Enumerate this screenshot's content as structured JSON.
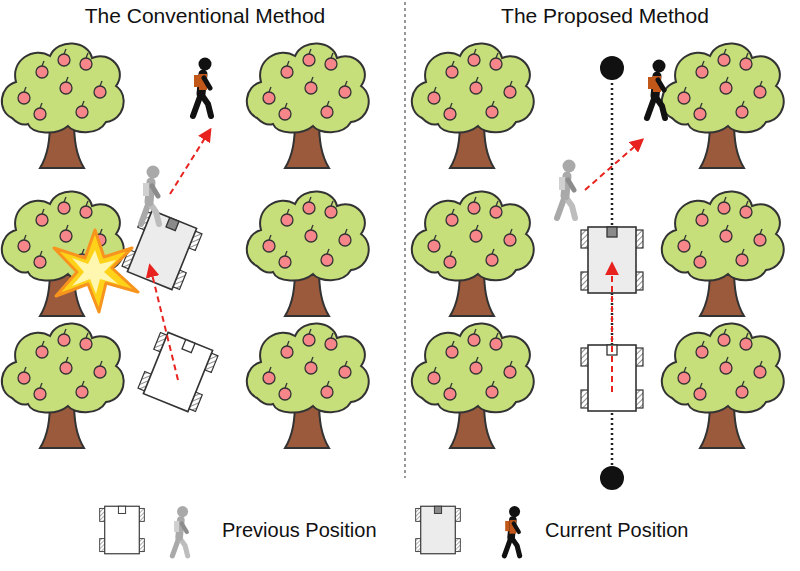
{
  "diagram": {
    "labels": [
      "The Conventional Method",
      "The Proposed Method"
    ],
    "legend": [
      {
        "text": "Previous Position"
      },
      {
        "text": "Current Position"
      }
    ]
  }
}
